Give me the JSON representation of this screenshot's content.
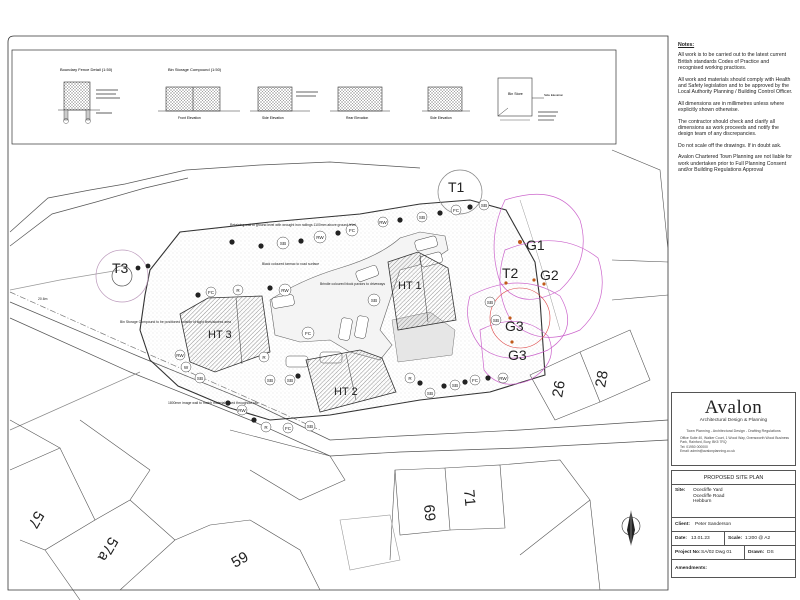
{
  "notes": {
    "heading": "Notes:",
    "items": [
      "All work is to be carried out to the latest current British standards Codes of Practice and recognised working practices.",
      "All work and materials should comply with Health and Safety legislation and to be approved by the Local Authority Planning / Building Control Officer.",
      "All dimensions are in millimetres unless where explicitly shown otherwise.",
      "The contractor should check and clarify all dimensions as work proceeds and notify the design team of any discrepancies.",
      "Do not scale off the drawings. If in doubt ask.",
      "Avalon Chartered Town Planning are not liable for work undertaken prior to Full Planning Consent and/or Building Regulations Approval"
    ]
  },
  "details": {
    "fence_title": "Boundary Fence Detail (1:50)",
    "bin_title": "Bin Storage Compound (1:50)",
    "elevations": [
      "Front Elevation",
      "Side Elevation",
      "Rear Elevation",
      "Side Elevation"
    ],
    "store_label": "Bin Store",
    "store_sub": "Side Elevation"
  },
  "plan": {
    "houses": [
      "HT 1",
      "HT 2",
      "HT 3"
    ],
    "trees": [
      "T1",
      "T2",
      "T3",
      "G1",
      "G2",
      "G3",
      "G3"
    ],
    "plots": [
      "26",
      "28",
      "69",
      "71",
      "57",
      "57a",
      "59"
    ],
    "symbols": [
      "SB",
      "FC",
      "R",
      "W",
      "RW"
    ],
    "annotations": [
      "Retaining wall to ground level with wrought iron railings 1100mm above ground level",
      "Black coloured tarmac to road surface",
      "Brindle coloured block paviors to driveways",
      "Bin Storage Compound to be positioned outside of sight lines/access area",
      "1800mm image wall to match materials used throughout site"
    ],
    "level": "20.6m"
  },
  "brand": {
    "name": "Avalon",
    "subtitle": "Architectural Design & Planning",
    "tagline": "Town Planning - Architectural Design - Drafting Regulations",
    "address": "Office Suite 40, Walker Court, 1 Wood Way, Ovensworth Wood Business Park, Rainford, Bury, BK5 7RQ",
    "tel": "Tel: 01950 000000",
    "email": "Email: admin@avalonplanning.co.uk"
  },
  "title_block": {
    "drawing": "PROPOSED SITE PLAN",
    "site_label": "Site:",
    "site_value": [
      "Ocecliffe Yard",
      "Ocecliffe Road",
      "Hebburn"
    ],
    "client_label": "Client:",
    "client_value": "Peter Sanderson",
    "date_label": "Date:",
    "date_value": "13.01.23",
    "scale_label": "Scale:",
    "scale_value": "1:200 @ A2",
    "project_label": "Project No:",
    "project_value": "SA/02 Dwg 01",
    "drawn_label": "Drawn:",
    "drawn_value": "DS",
    "amend_label": "Amendments:"
  }
}
